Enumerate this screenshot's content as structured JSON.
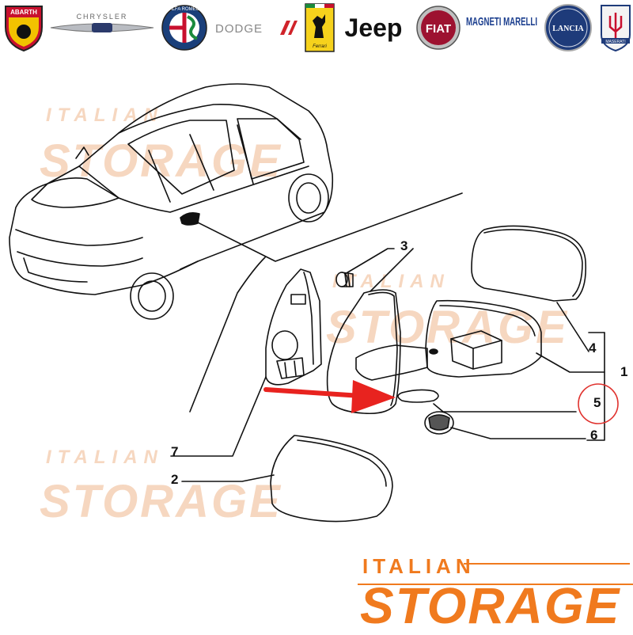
{
  "brands": [
    {
      "name": "ABARTH"
    },
    {
      "name": "CHRYSLER"
    },
    {
      "name": "ALFA ROMEO"
    },
    {
      "name": "DODGE"
    },
    {
      "name": "Ferrari"
    },
    {
      "name": "Jeep"
    },
    {
      "name": "FIAT"
    },
    {
      "name": "MAGNETI MARELLI"
    },
    {
      "name": "LANCIA"
    },
    {
      "name": "MASERATI"
    }
  ],
  "watermark": {
    "line1": "ITALIAN",
    "line2": "STORAGE"
  },
  "callouts": {
    "c1": "1",
    "c2": "2",
    "c3": "3",
    "c4": "4",
    "c5": "5",
    "c6": "6",
    "c7": "7"
  },
  "footer": {
    "line1": "ITALIAN",
    "line2": "STORAGE"
  },
  "colors": {
    "accent": "#f07a1e",
    "highlight_arrow": "#e8231f",
    "highlight_circle": "#e0322e"
  }
}
